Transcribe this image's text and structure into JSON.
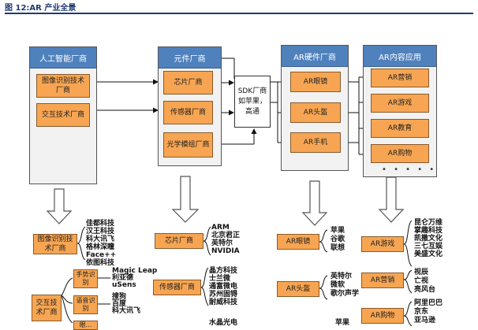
{
  "caption": "图 12:AR 产业全景",
  "columns": {
    "ai": "人工智能厂商",
    "components": "元件厂商",
    "hardware": "AR硬件厂商",
    "content": "AR内容应用"
  },
  "ai_boxes": [
    "图像识别技术厂商",
    "交互技术厂商"
  ],
  "component_boxes": [
    "芯片厂商",
    "传感器厂商",
    "光学模组厂商"
  ],
  "sdk": "SDK厂商如苹果，高通",
  "hardware_boxes": [
    "AR眼镜",
    "AR头盔",
    "AR手机"
  ],
  "content_boxes": [
    "AR营销",
    "AR游戏",
    "AR教育",
    "AR购物"
  ],
  "content_more": "• • • • •",
  "bottom": {
    "image_tech": {
      "label": "图像识别技术厂商",
      "companies": [
        "佳都科技",
        "汉王科技",
        "科大讯飞",
        "格林深瞳",
        "Face++",
        "依图科技"
      ]
    },
    "interaction": {
      "label": "交互技术厂商",
      "gesture": {
        "label": "手势识别",
        "companies": [
          "Magic Leap",
          "利亚德",
          "uSens"
        ]
      },
      "voice": {
        "label": "语音识别",
        "companies": [
          "搜狗",
          "百度",
          "科大讯飞"
        ]
      },
      "more": "眼..."
    },
    "chip": {
      "label": "芯片厂商",
      "companies": [
        "ARM",
        "北京君正",
        "英特尔",
        "NVIDIA"
      ]
    },
    "sensor": {
      "label": "传感器厂商",
      "companies": [
        "晶方科技",
        "士兰微",
        "通富微电",
        "苏州固锝",
        "耐威科技"
      ]
    },
    "optics": {
      "companies": [
        "水晶光电"
      ]
    },
    "glasses": {
      "label": "AR眼镜",
      "companies": [
        "苹果",
        "谷歌",
        "联想"
      ]
    },
    "helmet": {
      "label": "AR头盔",
      "companies": [
        "英特尔",
        "微软",
        "歌尔声学"
      ]
    },
    "phone": {
      "companies": [
        "苹果"
      ]
    },
    "games": {
      "label": "AR游戏",
      "companies": [
        "昆仑万维",
        "掌趣科技",
        "凯撒文化",
        "三七互娱",
        "美盛文化"
      ]
    },
    "marketing": {
      "label": "AR营销",
      "companies": [
        "视辰",
        "亡视",
        "亮风台"
      ]
    },
    "shopping": {
      "label": "AR购物",
      "companies": [
        "阿里巴巴",
        "京东",
        "亚马逊"
      ]
    }
  }
}
